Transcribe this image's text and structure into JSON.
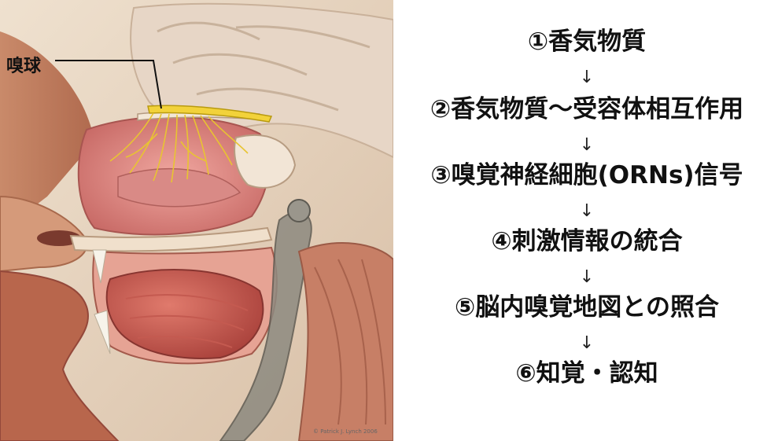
{
  "illustration": {
    "callout_label": "嗅球",
    "credit": "© Patrick J. Lynch 2006"
  },
  "flow": {
    "steps": [
      "①香気物質",
      "②香気物質～受容体相互作用",
      "③嗅覚神経細胞(ORNs)信号",
      "④刺激情報の統合",
      "⑤脳内嗅覚地図との照合",
      "⑥知覚・認知"
    ],
    "arrow": "↓"
  }
}
